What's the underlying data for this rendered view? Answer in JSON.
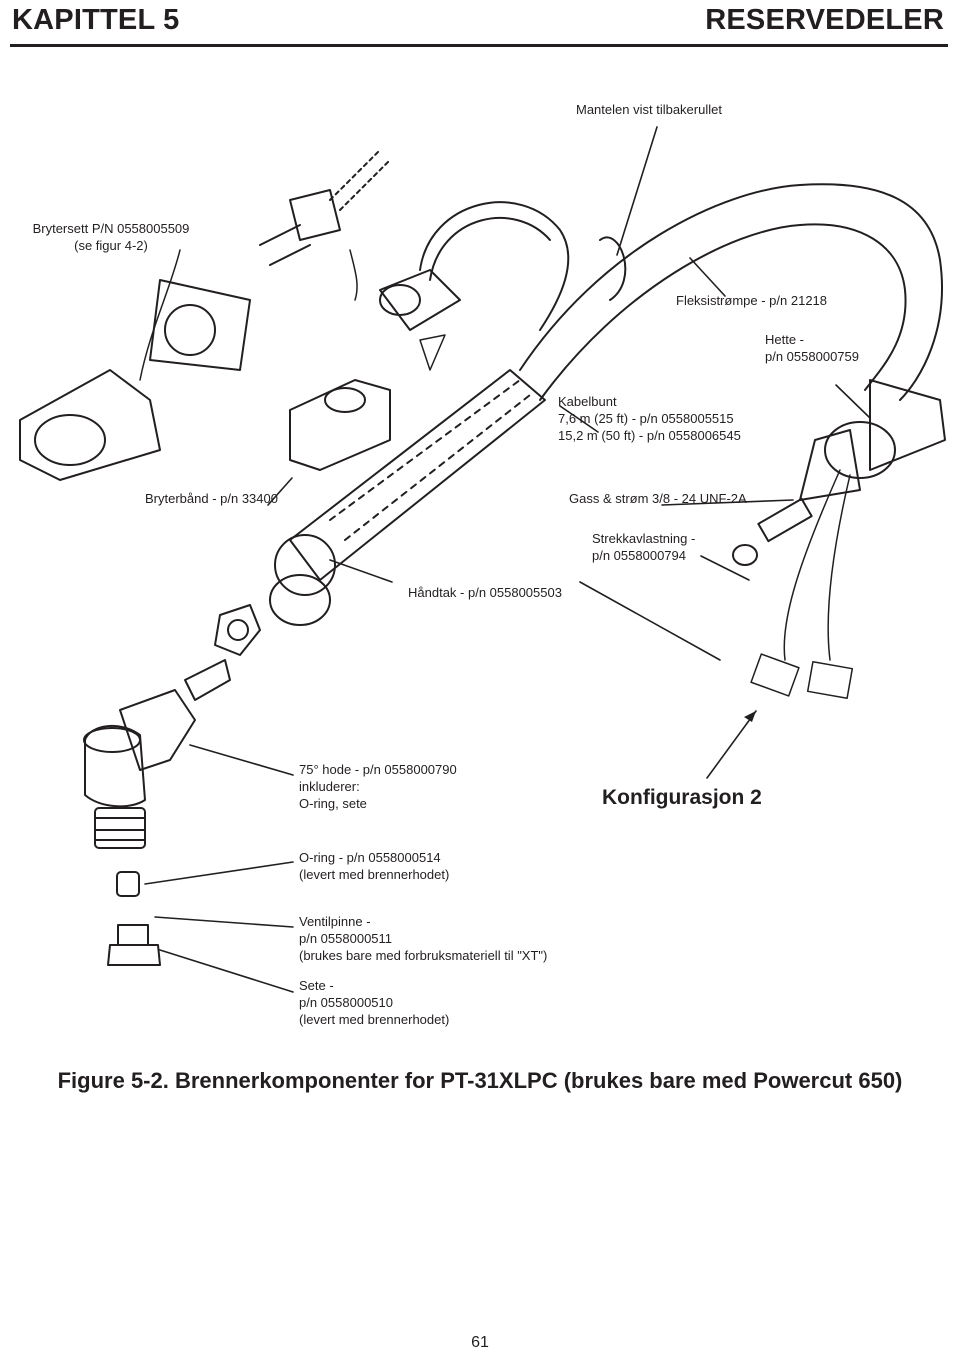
{
  "header": {
    "chapter": "KAPITTEL 5",
    "section": "RESERVEDELER"
  },
  "labels": {
    "mantel": "Mantelen vist tilbakerullet",
    "brytersett_1": "Brytersett P/N 0558005509",
    "brytersett_2": "(se figur 4-2)",
    "fleksistrompe": "Fleksistrømpe - p/n 21218",
    "hette_1": "Hette -",
    "hette_2": "p/n 0558000759",
    "kabelbunt_1": "Kabelbunt",
    "kabelbunt_2": "7,6 m (25 ft) - p/n 0558005515",
    "kabelbunt_3": "15,2 m (50 ft) - p/n 0558006545",
    "bryterband": "Bryterbånd - p/n 33400",
    "gass": "Gass & strøm 3/8 - 24 UNF-2A",
    "strekk_1": "Strekkavlastning -",
    "strekk_2": "p/n 0558000794",
    "handtak": "Håndtak - p/n 0558005503",
    "hode_1": "75° hode - p/n 0558000790",
    "hode_2": "inkluderer:",
    "hode_3": "O-ring, sete",
    "konfig": "Konfigurasjon 2",
    "oring_1": "O-ring - p/n 0558000514",
    "oring_2": "(levert med brennerhodet)",
    "ventil_1": "Ventilpinne -",
    "ventil_2": "p/n 0558000511",
    "ventil_3": "(brukes bare med forbruksmateriell til \"XT\")",
    "sete_1": "Sete -",
    "sete_2": "p/n 0558000510",
    "sete_3": "(levert med brennerhodet)"
  },
  "caption": "Figure 5-2.  Brennerkomponenter for PT-31XLPC (brukes bare med Powercut 650)",
  "page_number": "61"
}
